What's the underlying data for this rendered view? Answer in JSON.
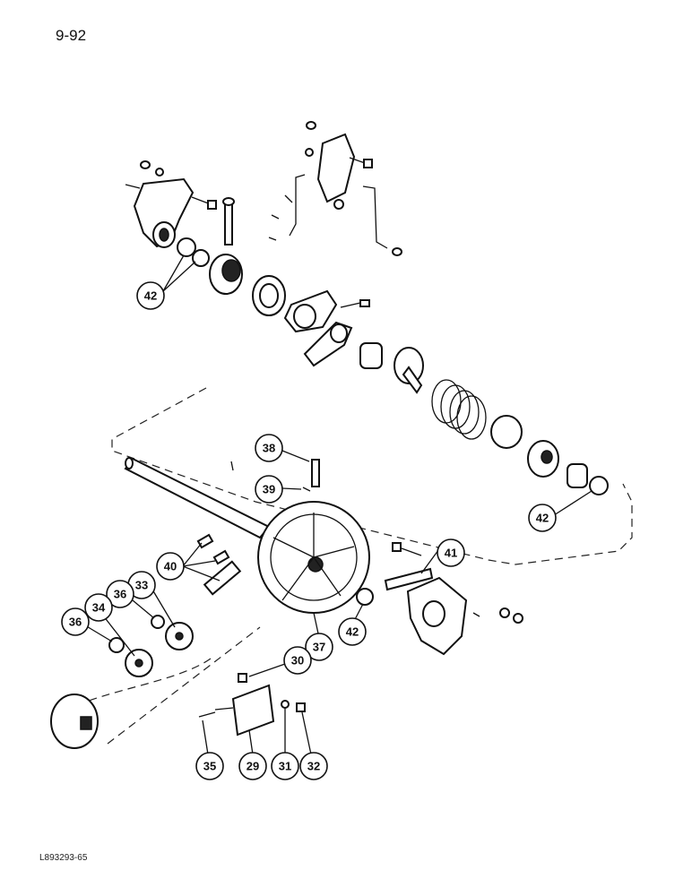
{
  "page": {
    "number": "9-92",
    "figure_code": "L893293-65"
  },
  "callouts": [
    {
      "label": "42",
      "part": "washer-upper"
    },
    {
      "label": "38",
      "part": "pin"
    },
    {
      "label": "39",
      "part": "cotter-pin"
    },
    {
      "label": "42",
      "part": "washer-right"
    },
    {
      "label": "41",
      "part": "plate"
    },
    {
      "label": "40",
      "part": "chain-links"
    },
    {
      "label": "33",
      "part": "sprocket-idler"
    },
    {
      "label": "36",
      "part": "washer-a"
    },
    {
      "label": "34",
      "part": "sprocket-small"
    },
    {
      "label": "36",
      "part": "washer-b"
    },
    {
      "label": "37",
      "part": "large-sprocket"
    },
    {
      "label": "42",
      "part": "washer-lower"
    },
    {
      "label": "30",
      "part": "bolt"
    },
    {
      "label": "35",
      "part": "pin-small"
    },
    {
      "label": "29",
      "part": "bracket-plate"
    },
    {
      "label": "31",
      "part": "lock-washer"
    },
    {
      "label": "32",
      "part": "nut"
    }
  ]
}
